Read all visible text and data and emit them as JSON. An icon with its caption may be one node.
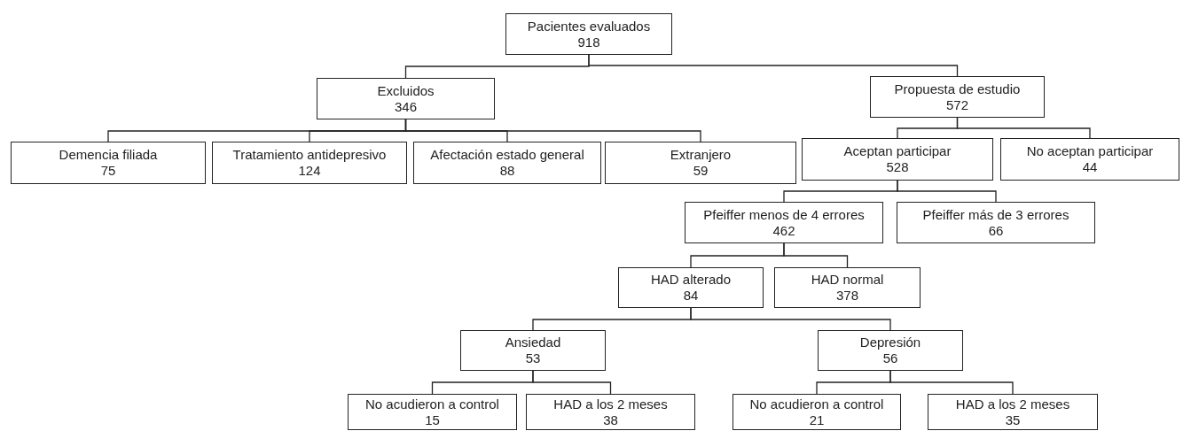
{
  "diagram": {
    "nodes": [
      {
        "text": [
          "Pacientes evaluados",
          "918"
        ]
      },
      {
        "text": [
          "Excluidos",
          "346"
        ]
      },
      {
        "text": [
          "Propuesta de estudio",
          "572"
        ]
      },
      {
        "text": [
          "Demencia filiada",
          "75"
        ]
      },
      {
        "text": [
          "Tratamiento antidepresivo",
          "124"
        ]
      },
      {
        "text": [
          "Afectación estado general",
          "88"
        ]
      },
      {
        "text": [
          "Extranjero",
          "59"
        ]
      },
      {
        "text": [
          "Aceptan participar",
          "528"
        ]
      },
      {
        "text": [
          "No aceptan participar",
          "44"
        ]
      },
      {
        "text": [
          "Pfeiffer menos de 4 errores",
          "462"
        ]
      },
      {
        "text": [
          "Pfeiffer más de 3 errores",
          "66"
        ]
      },
      {
        "text": [
          "HAD alterado",
          "84"
        ]
      },
      {
        "text": [
          "HAD normal",
          "378"
        ]
      },
      {
        "text": [
          "Ansiedad",
          "53"
        ]
      },
      {
        "text": [
          "Depresión",
          "56"
        ]
      },
      {
        "text": [
          "No acudieron a control",
          "15"
        ]
      },
      {
        "text": [
          "HAD a los 2 meses",
          "38"
        ]
      },
      {
        "text": [
          "No acudieron a control",
          "21"
        ]
      },
      {
        "text": [
          "HAD a los 2 meses",
          "35"
        ]
      }
    ],
    "edges": [
      {
        "from": 0,
        "to": 1,
        "arrow": "none"
      },
      {
        "from": 0,
        "to": 2,
        "arrow": "none"
      },
      {
        "from": 1,
        "to": 3,
        "arrow": "none"
      },
      {
        "from": 1,
        "to": 4,
        "arrow": "none"
      },
      {
        "from": 1,
        "to": 5,
        "arrow": "none"
      },
      {
        "from": 1,
        "to": 6,
        "arrow": "none"
      },
      {
        "from": 2,
        "to": 7,
        "arrow": "none"
      },
      {
        "from": 2,
        "to": 8,
        "arrow": "none"
      },
      {
        "from": 7,
        "to": 9,
        "arrow": "none"
      },
      {
        "from": 7,
        "to": 10,
        "arrow": "none"
      },
      {
        "from": 9,
        "to": 11,
        "arrow": "none"
      },
      {
        "from": 9,
        "to": 12,
        "arrow": "none"
      },
      {
        "from": 11,
        "to": 13,
        "arrow": "none"
      },
      {
        "from": 11,
        "to": 14,
        "arrow": "none"
      },
      {
        "from": 13,
        "to": 15,
        "arrow": "none"
      },
      {
        "from": 13,
        "to": 16,
        "arrow": "none"
      },
      {
        "from": 14,
        "to": 17,
        "arrow": "none"
      },
      {
        "from": 14,
        "to": 18,
        "arrow": "none"
      }
    ]
  }
}
